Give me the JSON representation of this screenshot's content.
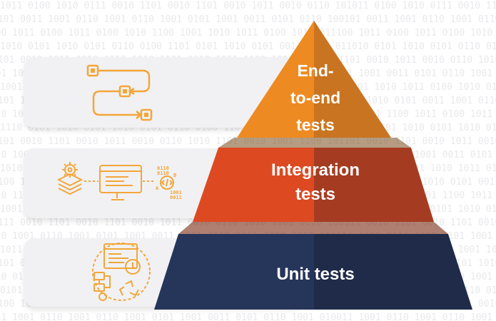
{
  "diagram": {
    "type": "test-pyramid",
    "tiers": [
      {
        "lines": [
          "End-",
          "to-end",
          "tests"
        ],
        "icon": "workflow-icon",
        "color": "#ee8a22"
      },
      {
        "lines": [
          "Integration",
          "tests"
        ],
        "icon": "integration-icon",
        "color": "#dd4a22"
      },
      {
        "lines": [
          "Unit tests"
        ],
        "icon": "unit-test-icon",
        "color": "#26355a"
      }
    ],
    "icon_color": "#f3a63a",
    "background_binary": "10110100101001110010110100101101001010110010011010"
  }
}
